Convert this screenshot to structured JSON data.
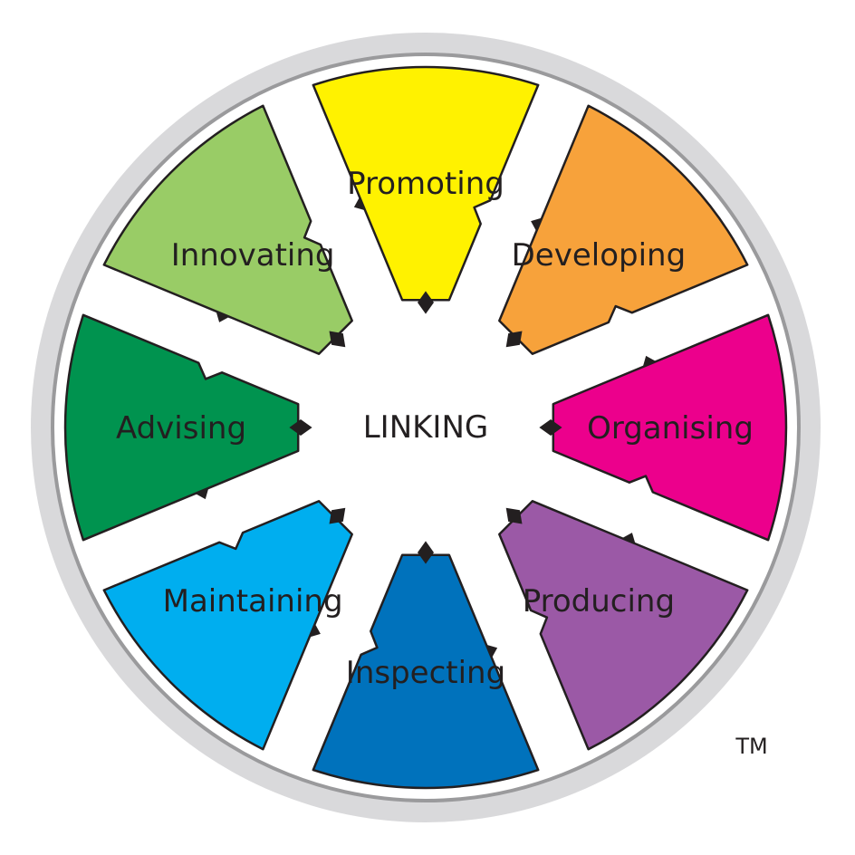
{
  "center": {
    "label": "LINKING"
  },
  "trademark": "TM",
  "colors": {
    "outer_ring": "#d9d9db",
    "inner_ring_stroke": "#9a9a9c",
    "outline": "#231f20",
    "background": "#ffffff"
  },
  "segments": [
    {
      "label": "Promoting",
      "color": "#fff200"
    },
    {
      "label": "Developing",
      "color": "#f7a23b"
    },
    {
      "label": "Organising",
      "color": "#ec008c"
    },
    {
      "label": "Producing",
      "color": "#9b59a6"
    },
    {
      "label": "Inspecting",
      "color": "#0072bc"
    },
    {
      "label": "Maintaining",
      "color": "#00aeef"
    },
    {
      "label": "Advising",
      "color": "#00934f"
    },
    {
      "label": "Innovating",
      "color": "#99cc66"
    }
  ]
}
